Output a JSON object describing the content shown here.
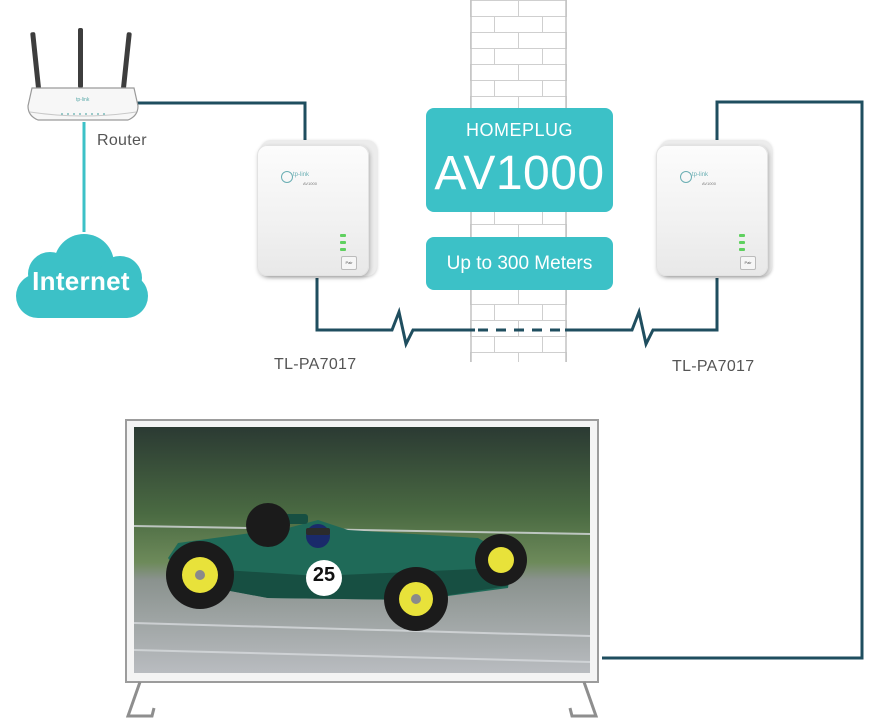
{
  "router": {
    "label": "Router",
    "brand": "tp-link"
  },
  "internet": {
    "label": "Internet"
  },
  "badge": {
    "line1": "HOMEPLUG",
    "line2": "AV1000"
  },
  "range": {
    "label": "Up to 300 Meters"
  },
  "adapter_left": {
    "label": "TL-PA7017",
    "brand": "tp-link",
    "model": "AV1000",
    "pair": "Pair"
  },
  "adapter_right": {
    "label": "TL-PA7017",
    "brand": "tp-link",
    "model": "AV1000",
    "pair": "Pair"
  },
  "tv": {
    "car_number": "25"
  },
  "colors": {
    "teal": "#3cc1c7",
    "wire": "#1f4e5f",
    "brick_line": "#cfcfcf",
    "label": "#555555"
  }
}
